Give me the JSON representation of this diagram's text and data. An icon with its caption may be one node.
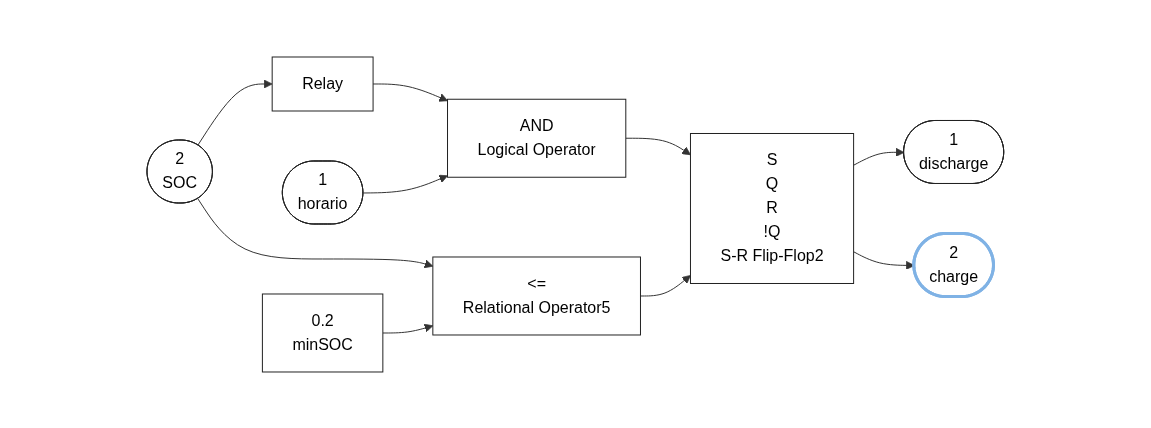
{
  "diagram": {
    "nodes": [
      {
        "text": [
          "2",
          "SOC"
        ]
      },
      {
        "text": [
          "Relay"
        ]
      },
      {
        "text": [
          "1",
          "horario"
        ]
      },
      {
        "text": [
          "AND",
          "Logical Operator"
        ]
      },
      {
        "text": [
          "S",
          "Q",
          "R",
          "!Q",
          "S-R Flip-Flop2"
        ]
      },
      {
        "text": [
          "1",
          "discharge"
        ]
      },
      {
        "text": [
          "2",
          "charge"
        ]
      },
      {
        "text": [
          "0.2",
          "minSOC"
        ]
      },
      {
        "text": [
          "<=",
          "Relational Operator5"
        ]
      }
    ],
    "edges": [
      {
        "from": 0,
        "to": 1,
        "arrow": "to"
      },
      {
        "from": 0,
        "to": 8,
        "arrow": "to"
      },
      {
        "from": 1,
        "to": 3,
        "arrow": "to"
      },
      {
        "from": 2,
        "to": 3,
        "arrow": "to"
      },
      {
        "from": 3,
        "to": 4,
        "arrow": "to"
      },
      {
        "from": 8,
        "to": 4,
        "arrow": "to"
      },
      {
        "from": 4,
        "to": 5,
        "arrow": "to"
      },
      {
        "from": 4,
        "to": 6,
        "arrow": "to"
      },
      {
        "from": 7,
        "to": 8,
        "arrow": "to"
      }
    ]
  }
}
